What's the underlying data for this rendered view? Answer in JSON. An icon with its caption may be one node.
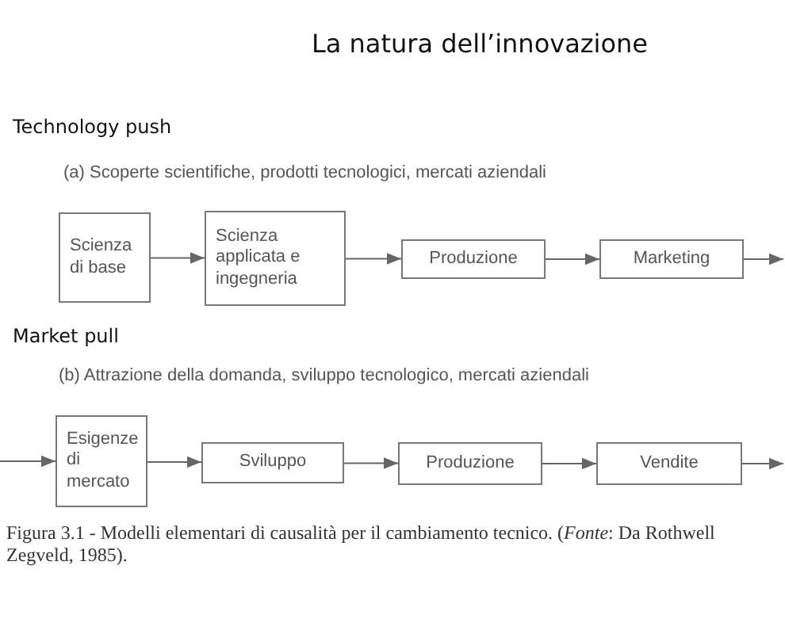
{
  "diagram": {
    "title": "La natura dell’innovazione",
    "caption": "Figura 3.1 - Modelli elementari di causalità per il cambiamento tecnico. (*Fonte*: Da Rothwell Zegveld, 1985).",
    "nodes": [
      {
        "text": [
          "Scienza di base"
        ]
      },
      {
        "text": [
          "Scienza applicata e ingegneria"
        ]
      },
      {
        "text": [
          "Produzione"
        ]
      },
      {
        "text": [
          "Marketing"
        ]
      },
      {
        "text": [
          "Esigenze di mercato"
        ]
      },
      {
        "text": [
          "Sviluppo"
        ]
      },
      {
        "text": [
          "Produzione"
        ]
      },
      {
        "text": [
          "Vendite"
        ]
      }
    ],
    "edges": [
      {
        "from": 0,
        "to": 1,
        "arrow": "to"
      },
      {
        "from": 1,
        "to": 2,
        "arrow": "to"
      },
      {
        "from": 2,
        "to": 3,
        "arrow": "to"
      },
      {
        "from": 3,
        "to": null,
        "arrow": "to"
      },
      {
        "from": null,
        "to": 4,
        "arrow": "to"
      },
      {
        "from": 4,
        "to": 5,
        "arrow": "to"
      },
      {
        "from": 5,
        "to": 6,
        "arrow": "to"
      },
      {
        "from": 6,
        "to": 7,
        "arrow": "to"
      },
      {
        "from": 7,
        "to": null,
        "arrow": "to"
      }
    ],
    "labels": [
      "Technology push",
      "(a) Scoperte scientifiche, prodotti tecnologici, mercati aziendali",
      "Market pull",
      "(b) Attrazione della domanda, sviluppo tecnologico, mercati aziendali"
    ]
  }
}
